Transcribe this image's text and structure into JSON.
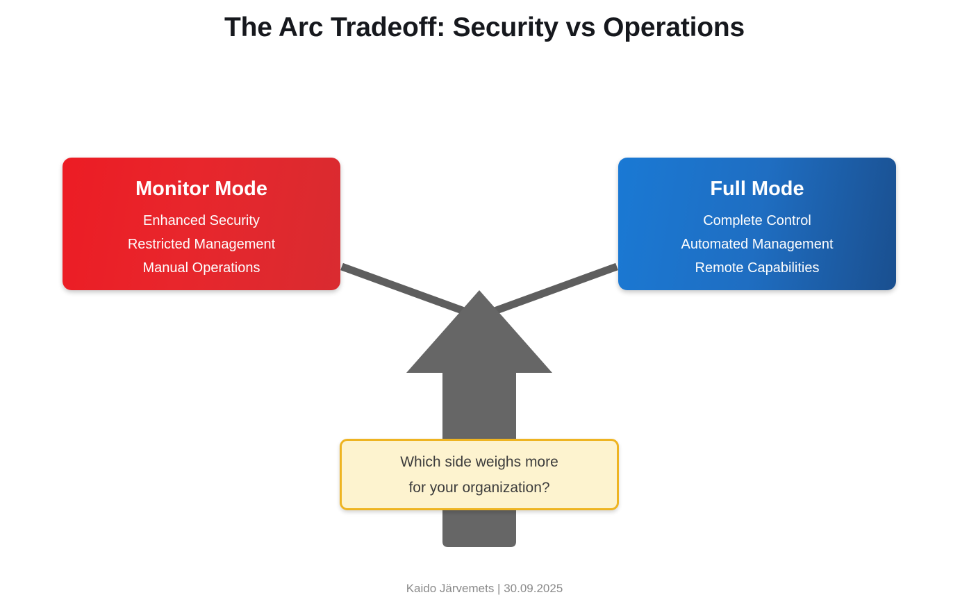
{
  "slide": {
    "title": "The Arc Tradeoff: Security vs Operations",
    "background_color": "#ffffff"
  },
  "cards": [
    {
      "id": "monitor-mode",
      "title": "Monitor Mode",
      "accent_color": "#e8262c",
      "bullets": [
        "Enhanced Security",
        "Restricted Management",
        "Manual Operations"
      ]
    },
    {
      "id": "full-mode",
      "title": "Full Mode",
      "accent_color": "#1f6ec2",
      "bullets": [
        "Complete Control",
        "Automated Management",
        "Remote Capabilities"
      ]
    }
  ],
  "arrow": {
    "name": "up-arrow",
    "color": "#666666",
    "connector_color": "#5e5e5e"
  },
  "callout": {
    "line1": "Which side weighs more",
    "line2": "for your organization?",
    "fill_color": "#fdf3cf",
    "border_color": "#eeb422",
    "text_color": "#3c3c3c"
  },
  "footer": {
    "text": "Kaido Järvemets | 30.09.2025",
    "color": "#8a8a8a"
  }
}
